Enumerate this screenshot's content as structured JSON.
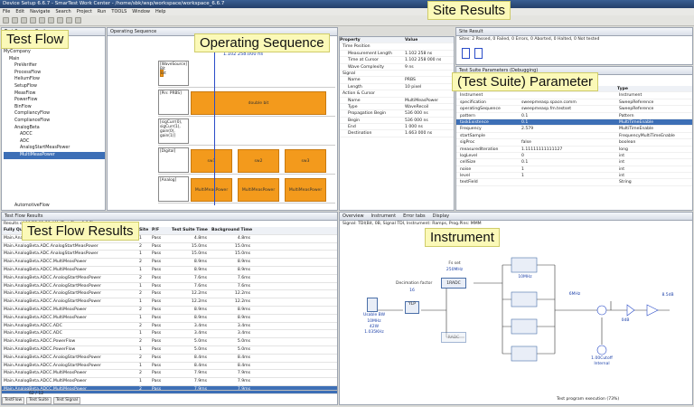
{
  "window": {
    "title": "Device Setup 6.6.7 - SmarTest Work Center - /home/sbk/wsp/workspace/workspace_6.6.7"
  },
  "menu": [
    "File",
    "Edit",
    "Navigate",
    "Search",
    "Project",
    "Run",
    "TOOLS",
    "Window",
    "Help"
  ],
  "callouts": {
    "test_flow": "Test Flow",
    "operating_sequence": "Operating Sequence",
    "site_results": "Site Results",
    "test_suite_parameter": "(Test Suite) Parameter",
    "test_flow_results": "Test Flow Results",
    "instrument": "Instrument"
  },
  "testflow": {
    "tabs": "Test Program Explorer",
    "items": [
      "MyCompany",
      "Main",
      "PreVerifier",
      "ProcessFlow",
      "HeliumFlow",
      "SetupFlow",
      "MeasFlow",
      "PowerFlow",
      "BinFlow",
      "CompliancyFlow",
      "ComplianceFlow",
      "AnalogBeta",
      "ADCC",
      "ADC",
      "AnalogStartMeasPower",
      "MultiMeasPower"
    ],
    "tail": "AutomotiveFlow"
  },
  "opseq": {
    "tab": "Operating Sequence",
    "time": "1.102 258.000 ns",
    "rows": [
      {
        "label": "[WaveSource] Bit",
        "blocks": [
          "bit"
        ]
      },
      {
        "label": "[Pin: PRBS]",
        "blocks": [
          "double bit"
        ]
      },
      {
        "label": "[sigCurr(0), sigCurr(1), gain(0), gain(1)]",
        "blocks": []
      },
      {
        "label": "[Digital]",
        "blocks": [
          "sw1",
          "sw2",
          "sw3"
        ]
      },
      {
        "label": "[Analog]",
        "blocks": [
          "MultiMeasPower",
          "MultiMeasPower",
          "MultiMeasPower"
        ]
      }
    ]
  },
  "properties": {
    "headers": [
      "Property",
      "Value"
    ],
    "rows": [
      [
        "Time Position",
        ""
      ],
      [
        "Measurement Length",
        "1.102 258 ns"
      ],
      [
        "Time at Cursor",
        "1.102 258 000 ns"
      ],
      [
        "Wave Complexity",
        "9 ns"
      ],
      [
        "Signal",
        ""
      ],
      [
        "Name",
        "PRBS"
      ],
      [
        "Length",
        "10 pixel"
      ],
      [
        "Action & Cursor",
        ""
      ],
      [
        "Name",
        "MultiMeasPower"
      ],
      [
        "Type",
        "WaveRecoil"
      ],
      [
        "Propagation Begin",
        "536 000 ns"
      ],
      [
        "Begin",
        "536 000 ns"
      ],
      [
        "End",
        "1 000 ns"
      ],
      [
        "Destination",
        "1.663 000 ns"
      ]
    ]
  },
  "site_results": {
    "tab": "Site Result",
    "status": "Sites: 2 Passed, 0 Failed, 0 Errors, 0 Aborted, 0 Halted, 0 Not tested"
  },
  "params": {
    "tab": "Test Suite Parameters (Debugging)",
    "headers": [
      "Param",
      "Value",
      "Type"
    ],
    "rows": [
      [
        "Instrument",
        "",
        "Instrument"
      ],
      [
        "specification",
        "sweepmeasp.space.comm",
        "SweepReference"
      ],
      [
        "operatingSequence",
        "sweepmeasp.fm.testset",
        "SweepReference"
      ],
      [
        "pattern",
        "0.1",
        "Pattern"
      ],
      [
        "taskExistence",
        "0.1",
        "MultiTimeEnable"
      ],
      [
        "Frequency",
        "2.579",
        "MultiTimeEnable"
      ],
      [
        "startSample",
        "",
        "FrequencyMultiTimeEnable"
      ],
      [
        "sigProc",
        "false",
        "boolean"
      ],
      [
        "measuredIteration",
        "1.11111111111127",
        "long"
      ],
      [
        "logLevel",
        "0",
        "int"
      ],
      [
        "cellSize",
        "0.1",
        "int"
      ],
      [
        "noise",
        "1",
        "int"
      ],
      [
        "level",
        "1",
        "int"
      ],
      [
        "textField",
        "",
        "String"
      ]
    ]
  },
  "results": {
    "tab": "Test Flow Results",
    "path": "Results of 09/25 01:21 AM (Test Flow 6.6.7)",
    "headers": [
      "Fully Qualified Name",
      "Site",
      "P/F",
      "Test Suite Time",
      "Background Time"
    ],
    "rows": [
      [
        "Main.AnalogBeta.ADC",
        "1",
        "Pass",
        "4.8ms",
        "4.8ms"
      ],
      [
        "Main.AnalogBeta.ADC.AnalogStartMeasPower",
        "2",
        "Pass",
        "15.0ms",
        "15.0ms"
      ],
      [
        "Main.AnalogBeta.ADC.AnalogStartMeasPower",
        "1",
        "Pass",
        "15.0ms",
        "15.0ms"
      ],
      [
        "Main.AnalogBeta.ADCC.MultiMeasPower",
        "2",
        "Pass",
        "8.9ms",
        "8.9ms"
      ],
      [
        "Main.AnalogBeta.ADCC.MultiMeasPower",
        "1",
        "Pass",
        "8.9ms",
        "8.9ms"
      ],
      [
        "Main.AnalogBeta.ADCC.AnalogStartMeasPower",
        "2",
        "Pass",
        "7.6ms",
        "7.6ms"
      ],
      [
        "Main.AnalogBeta.ADCC.AnalogStartMeasPower",
        "1",
        "Pass",
        "7.6ms",
        "7.6ms"
      ],
      [
        "Main.AnalogBeta.ADCC.AnalogStartMeasPower",
        "2",
        "Pass",
        "12.2ms",
        "12.2ms"
      ],
      [
        "Main.AnalogBeta.ADCC.AnalogStartMeasPower",
        "1",
        "Pass",
        "12.2ms",
        "12.2ms"
      ],
      [
        "Main.AnalogBeta.ADCC.MultiMeasPower",
        "2",
        "Pass",
        "8.9ms",
        "8.9ms"
      ],
      [
        "Main.AnalogBeta.ADCC.MultiMeasPower",
        "1",
        "Pass",
        "8.9ms",
        "8.9ms"
      ],
      [
        "Main.AnalogBeta.ADCC.ADC",
        "2",
        "Pass",
        "3.4ms",
        "3.4ms"
      ],
      [
        "Main.AnalogBeta.ADCC.ADC",
        "1",
        "Pass",
        "3.4ms",
        "3.4ms"
      ],
      [
        "Main.AnalogBeta.ADCC.PowerFlow",
        "2",
        "Pass",
        "5.0ms",
        "5.0ms"
      ],
      [
        "Main.AnalogBeta.ADCC.PowerFlow",
        "1",
        "Pass",
        "5.0ms",
        "5.0ms"
      ],
      [
        "Main.AnalogBeta.ADCC.AnalogStartMeasPower",
        "2",
        "Pass",
        "8.4ms",
        "8.4ms"
      ],
      [
        "Main.AnalogBeta.ADCC.AnalogStartMeasPower",
        "1",
        "Pass",
        "8.4ms",
        "8.4ms"
      ],
      [
        "Main.AnalogBeta.ADCC.MultiMeasPower",
        "2",
        "Pass",
        "7.9ms",
        "7.9ms"
      ],
      [
        "Main.AnalogBeta.ADCC.MultiMeasPower",
        "1",
        "Pass",
        "7.9ms",
        "7.9ms"
      ],
      [
        "Main.AnalogBeta.ADCC.MultiMeasPower",
        "2",
        "Pass",
        "7.9ms",
        "7.9ms"
      ]
    ],
    "footer": "62 / 12",
    "bottom_tabs": [
      "TestFlow",
      "Test Suite",
      "Test Signal"
    ]
  },
  "instrument": {
    "tabs": [
      "Overview",
      "Instrument",
      "Error tabs",
      "Display"
    ],
    "subtitle": "Signal: TDI(Bit, 0B, Signal TDI, Instrument: Ramps, Prog.Pins: MMM",
    "source_label": "Usable BW",
    "source_values": [
      "10MHz",
      "42W",
      "1.035KHz"
    ],
    "decim_label": "Decimation factor",
    "decim_value": "16",
    "fs_label": "Fs set",
    "fs_value": "250MHz",
    "block_1radc": "1RADC",
    "block_ylp": "YLP",
    "block_radc": "RADC",
    "filter": "10MHz",
    "filter2": "6MHz",
    "lo_value": "1.00Cutoff",
    "lo_value2": "Internal",
    "attn": "0dB",
    "gain": "8.5dB",
    "status": "Test program execution (73%)"
  }
}
